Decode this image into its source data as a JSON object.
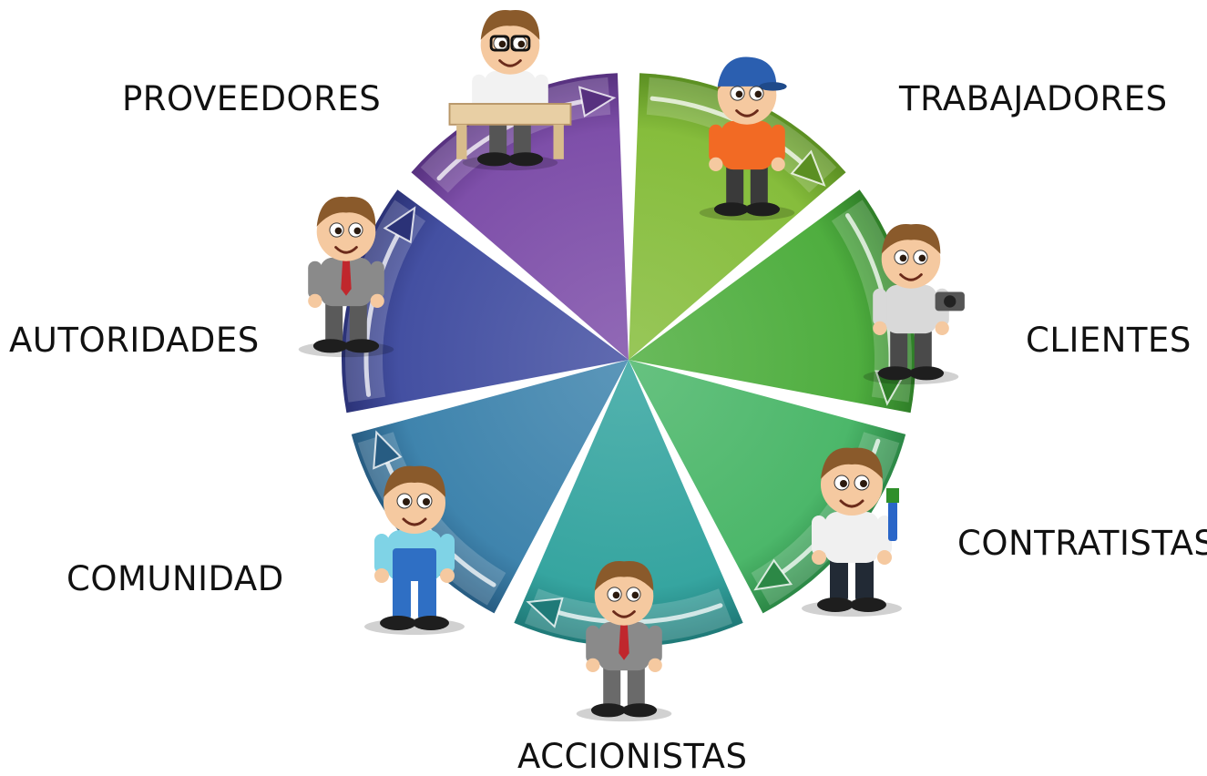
{
  "diagram": {
    "segments": [
      {
        "id": "trabajadores",
        "label": "TRABAJADORES",
        "color": "#86bd3c",
        "dark": "#5b8f22"
      },
      {
        "id": "clientes",
        "label": "CLIENTES",
        "color": "#4fae3f",
        "dark": "#2f7f28"
      },
      {
        "id": "contratistas",
        "label": "CONTRATISTAS",
        "color": "#4cb76a",
        "dark": "#2c8846"
      },
      {
        "id": "accionistas",
        "label": "ACCIONISTAS",
        "color": "#36a5a0",
        "dark": "#1f7a78"
      },
      {
        "id": "comunidad",
        "label": "COMUNIDAD",
        "color": "#3f84ad",
        "dark": "#275c82"
      },
      {
        "id": "autoridades",
        "label": "AUTORIDADES",
        "color": "#4450a2",
        "dark": "#2b3277"
      },
      {
        "id": "proveedores",
        "label": "PROVEEDORES",
        "color": "#7e4fa9",
        "dark": "#57317f"
      }
    ],
    "characters": [
      {
        "id": "trabajadores",
        "name": "worker-character",
        "shirt": "#f26a24",
        "pants": "#3a3a3a",
        "prop": "cap"
      },
      {
        "id": "clientes",
        "name": "photographer-character",
        "shirt": "#d9d9d9",
        "pants": "#4a4a4a",
        "prop": "camera"
      },
      {
        "id": "contratistas",
        "name": "painter-character",
        "shirt": "#f0f0f0",
        "pants": "#222a35",
        "prop": "brush"
      },
      {
        "id": "accionistas",
        "name": "shareholder-character",
        "shirt": "#8a8a8a",
        "pants": "#6a6a6a",
        "prop": "tie"
      },
      {
        "id": "comunidad",
        "name": "kid-character",
        "shirt": "#7fd3e6",
        "pants": "#2f6fc4",
        "prop": "overalls"
      },
      {
        "id": "autoridades",
        "name": "thinker-character",
        "shirt": "#8a8a8a",
        "pants": "#5a5a5a",
        "prop": "tie"
      },
      {
        "id": "proveedores",
        "name": "desk-clerk-character",
        "shirt": "#f2f2f2",
        "pants": "#555555",
        "prop": "desk"
      }
    ]
  }
}
